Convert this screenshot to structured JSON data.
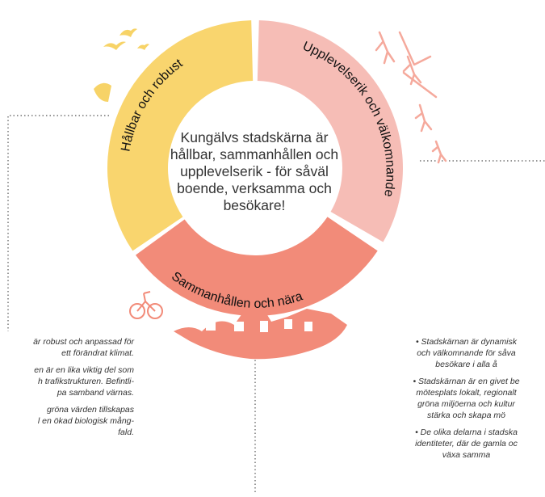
{
  "center": {
    "statement": "Kungälvs stadskärna är hållbar, sammanhållen och upplevelserik - för såväl boende, verksamma och besökare!"
  },
  "segments": [
    {
      "label": "Hållbar och robust",
      "color": "#f9d56e"
    },
    {
      "label": "Upplevelserik och välkomnande",
      "color": "#f6bdb6"
    },
    {
      "label": "Sammanhållen och nära",
      "color": "#f28b79"
    }
  ],
  "left_notes": [
    [
      "är robust och anpassad för",
      "ett förändrat klimat."
    ],
    [
      "en är en lika viktig del som",
      "h trafikstrukturen. Befintli-",
      "pa samband värnas."
    ],
    [
      "gröna värden tillskapas",
      "l en ökad biologisk mång-",
      "fald."
    ]
  ],
  "right_notes": [
    [
      "•  Stadskärnan är dynamisk",
      "och välkomnande för såva",
      "besökare i alla å"
    ],
    [
      "•  Stadskärnan är en givet be",
      "mötesplats lokalt, regionalt",
      "gröna miljöerna och kultur",
      "stärka och skapa mö"
    ],
    [
      "•  De olika delarna i stadska",
      "identiteter, där de gamla oc",
      "växa samma"
    ]
  ],
  "colors": {
    "connector": "#555555",
    "illustration": "#f5a99c",
    "birds": "#f7cf57"
  }
}
